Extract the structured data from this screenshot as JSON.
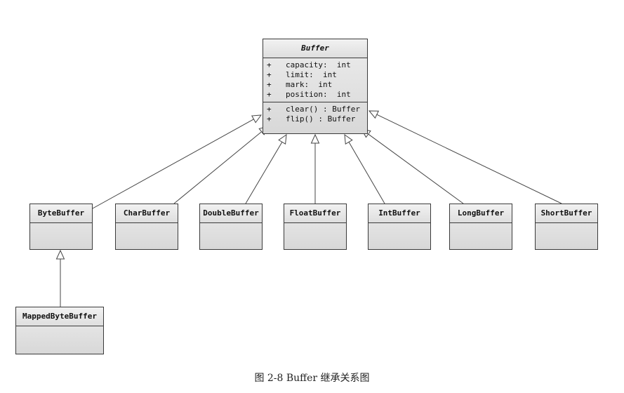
{
  "parent": {
    "name": "Buffer",
    "fields": [
      {
        "visibility": "+",
        "text": "capacity:  int"
      },
      {
        "visibility": "+",
        "text": "limit:  int"
      },
      {
        "visibility": "+",
        "text": "mark:  int"
      },
      {
        "visibility": "+",
        "text": "position:  int"
      }
    ],
    "methods": [
      {
        "visibility": "+",
        "text": "clear() : Buffer"
      },
      {
        "visibility": "+",
        "text": "flip() : Buffer"
      }
    ]
  },
  "subclasses": [
    {
      "name": "ByteBuffer"
    },
    {
      "name": "CharBuffer"
    },
    {
      "name": "DoubleBuffer"
    },
    {
      "name": "FloatBuffer"
    },
    {
      "name": "IntBuffer"
    },
    {
      "name": "LongBuffer"
    },
    {
      "name": "ShortBuffer"
    }
  ],
  "grandchild": {
    "name": "MappedByteBuffer"
  },
  "caption": "图 2-8    Buffer 继承关系图"
}
